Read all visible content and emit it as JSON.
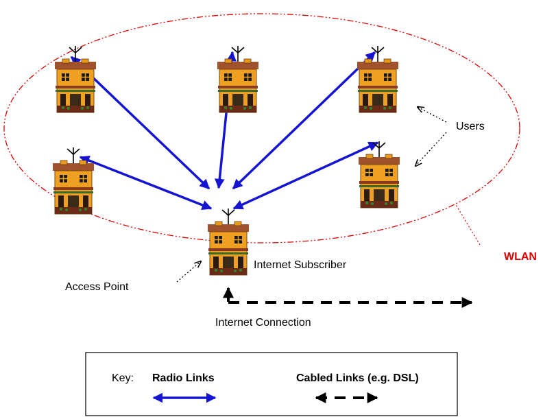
{
  "labels": {
    "users": "Users",
    "wlan": "WLAN",
    "internet_subscriber": "Internet Subscriber",
    "access_point": "Access Point",
    "internet_connection": "Internet Connection"
  },
  "key": {
    "prefix": "Key:",
    "radio_links": "Radio Links",
    "cabled_links": "Cabled Links (e.g. DSL)"
  },
  "colors": {
    "radio_link": "#1414d2",
    "wlan_boundary": "#e00000",
    "cabled_link": "#000000",
    "house_body": "#f0a020",
    "house_roof": "#a0522d"
  },
  "icons": {
    "house": "house-with-antenna-icon",
    "antenna": "antenna-icon"
  }
}
